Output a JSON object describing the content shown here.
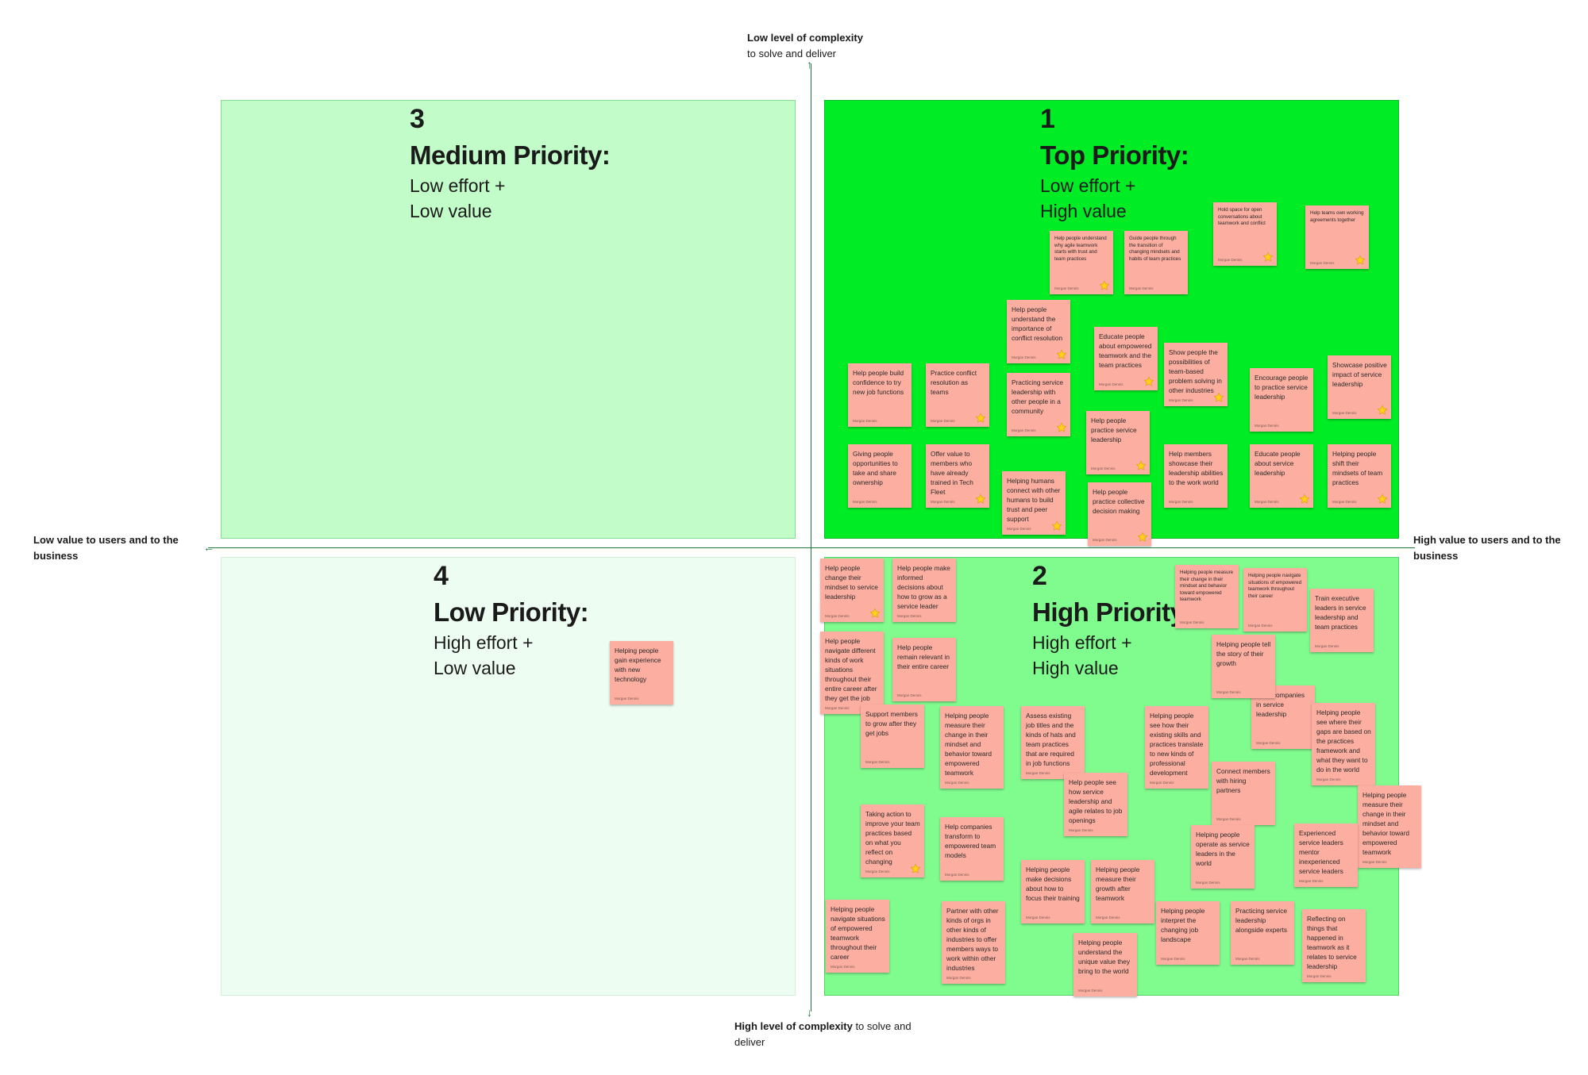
{
  "axes": {
    "top_bold": "Low level of complexity",
    "top_rest": "to solve and deliver",
    "bottom_bold": "High level of complexity",
    "bottom_rest": " to solve and deliver",
    "left": "Low value to users and to the business",
    "right": "High value to users and to the business"
  },
  "quadrants": {
    "q1": {
      "number": "1",
      "title": "Top Priority:",
      "line1": "Low effort +",
      "line2": "High value",
      "color": "#00ec24"
    },
    "q2": {
      "number": "2",
      "title": "High Priority:",
      "line1": "High effort +",
      "line2": "High value",
      "color": "#80fb8e"
    },
    "q3": {
      "number": "3",
      "title": "Medium Priority:",
      "line1": "Low effort +",
      "line2": "Low value",
      "color": "#c2fcc9"
    },
    "q4": {
      "number": "4",
      "title": "Low Priority:",
      "line1": "High effort +",
      "line2": "Low value",
      "color": "#eefdf1"
    }
  },
  "sticky_color": "#fcaea0",
  "star_color": "#ffd21a",
  "author": "Morgan Dennis",
  "stickies": {
    "s1": "Help people understand why agile teamwork starts with trust and team practices",
    "s2": "Guide people through the transition of changing mindsets and habits of team practices",
    "s3": "Hold space for open conversations about teamwork and conflict",
    "s4": "Help teams own working agreements together",
    "s5": "Help people understand the importance of conflict resolution",
    "s6": "Educate people about empowered teamwork and the team practices",
    "s7": "Show people the possibilities of team-based problem solving in other industries",
    "s8": "Help people build confidence to try new job functions",
    "s9": "Practice conflict resolution as teams",
    "s10": "Practicing service leadership with other people in a community",
    "s11": "Encourage people to practice service leadership",
    "s12": "Showcase positive impact of service leadership",
    "s13": "Help people practice service leadership",
    "s14": "Giving people opportunities to take and share ownership",
    "s15": "Offer value to members who have already trained in Tech Fleet",
    "s16": "Helping humans connect with other humans to build trust and peer support",
    "s17": "Help people practice collective decision making",
    "s18": "Help members showcase their leadership abilities to the work world",
    "s19": "Educate people about service leadership",
    "s20": "Helping people shift their mindsets of team practices",
    "s21": "Helping people gain experience with new technology",
    "h1": "Help people change their mindset to service leadership",
    "h2": "Help people make informed decisions about how to grow as a service leader",
    "h3": "Helping people measure their change in their mindset and behavior toward empowered teamwork",
    "h4": "Helping people navigate situations of empowered teamwork throughout their career",
    "h5": "Train executive leaders in service leadership and team practices",
    "h6": "Help people navigate different kinds of work situations throughout their entire career after they get the job",
    "h7": "Help people remain relevant in their entire career",
    "h8": "Helping people tell the story of their growth",
    "h9": "Train companies in service leadership",
    "h10": "Support members to grow after they get jobs",
    "h11": "Helping people measure their change in their mindset and behavior toward empowered teamwork",
    "h12": "Assess existing job titles and the kinds of hats and team practices that are required in job functions",
    "h13": "Helping people see how their existing skills and practices translate to new kinds of professional development",
    "h14": "Helping people see where their gaps are based on the practices framework and what they want to do in the world",
    "h15": "Help people see how service leadership and agile relates to job openings",
    "h16": "Connect members with hiring partners",
    "h17": "Helping people measure their change in their mindset and behavior toward empowered teamwork",
    "h18": "Taking action to improve your team practices based on what you reflect on changing",
    "h19": "Help companies transform to empowered team models",
    "h20": "Helping people operate as service leaders in the world",
    "h21": "Experienced service leaders mentor inexperienced service leaders",
    "h22": "Helping people make decisions about how to focus their training",
    "h23": "Helping people measure their growth after teamwork",
    "h24": "Helping people navigate situations of empowered teamwork throughout their career",
    "h25": "Partner with other kinds of orgs in other kinds of industries to offer members ways to work within other industries",
    "h26": "Helping people interpret the changing job landscape",
    "h27": "Practicing service leadership alongside experts",
    "h28": "Reflecting on things that happened in teamwork as it relates to service leadership",
    "h29": "Helping people understand the unique value they bring to the world"
  }
}
